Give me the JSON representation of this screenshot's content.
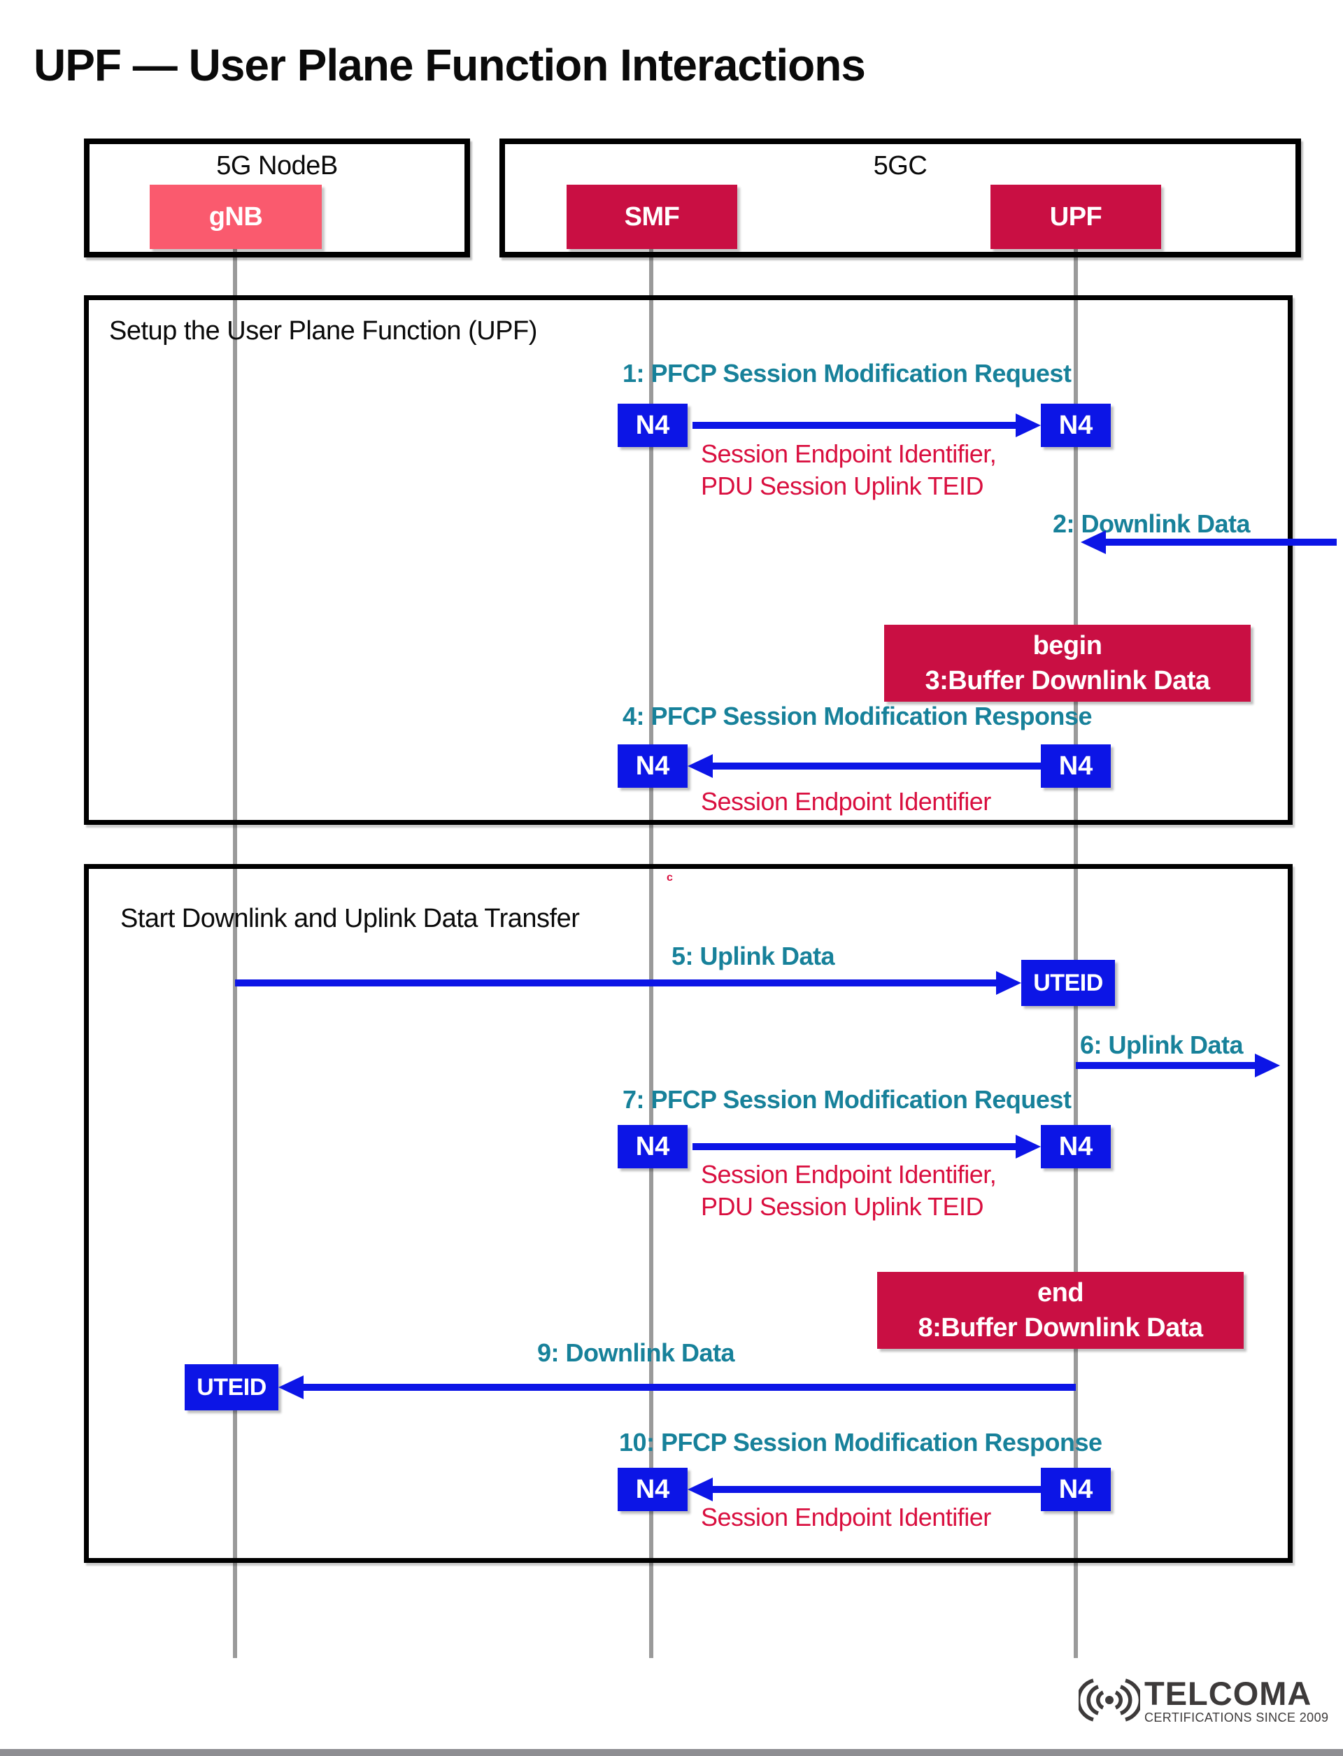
{
  "title": "UPF — User Plane Function Interactions",
  "groups": {
    "nodeb": {
      "label": "5G NodeB",
      "gnb_label": "gNB"
    },
    "core": {
      "label": "5GC",
      "smf_label": "SMF",
      "upf_label": "UPF"
    }
  },
  "frame1": {
    "label": "Setup the User Plane Function (UPF)",
    "msg1": {
      "label": "1: PFCP Session Modification Request",
      "left_port": "N4",
      "right_port": "N4",
      "note_line1": "Session Endpoint Identifier,",
      "note_line2": "PDU Session Uplink TEID"
    },
    "msg2": {
      "label": "2: Downlink Data"
    },
    "activity3": {
      "line1": "begin",
      "line2": "3:Buffer Downlink Data"
    },
    "msg4": {
      "label": "4: PFCP Session Modification Response",
      "left_port": "N4",
      "right_port": "N4",
      "note_line1": "Session Endpoint Identifier"
    }
  },
  "frame2": {
    "label": "Start Downlink and Uplink Data Transfer",
    "stray_mark": "c",
    "msg5": {
      "label": "5: Uplink Data",
      "endpoint_port": "UTEID"
    },
    "msg6": {
      "label": "6: Uplink Data"
    },
    "msg7": {
      "label": "7: PFCP Session Modification Request",
      "left_port": "N4",
      "right_port": "N4",
      "note_line1": "Session Endpoint Identifier,",
      "note_line2": "PDU Session Uplink TEID"
    },
    "activity8": {
      "line1": "end",
      "line2": "8:Buffer Downlink Data"
    },
    "msg9": {
      "label": "9: Downlink Data",
      "endpoint_port": "UTEID"
    },
    "msg10": {
      "label": "10: PFCP Session Modification Response",
      "left_port": "N4",
      "right_port": "N4",
      "note_line1": "Session Endpoint Identifier"
    }
  },
  "footer": {
    "brand": "TELCOMA",
    "tagline": "CERTIFICATIONS SINCE 2009"
  },
  "colors": {
    "blue": "#0c15e6",
    "crimson": "#c90f43",
    "pink": "#fa5a6e",
    "teal": "#17819a",
    "note_red": "#d90f3f",
    "lifeline_gray": "#9a9a9a",
    "logo_gray": "#3d3a3a"
  }
}
